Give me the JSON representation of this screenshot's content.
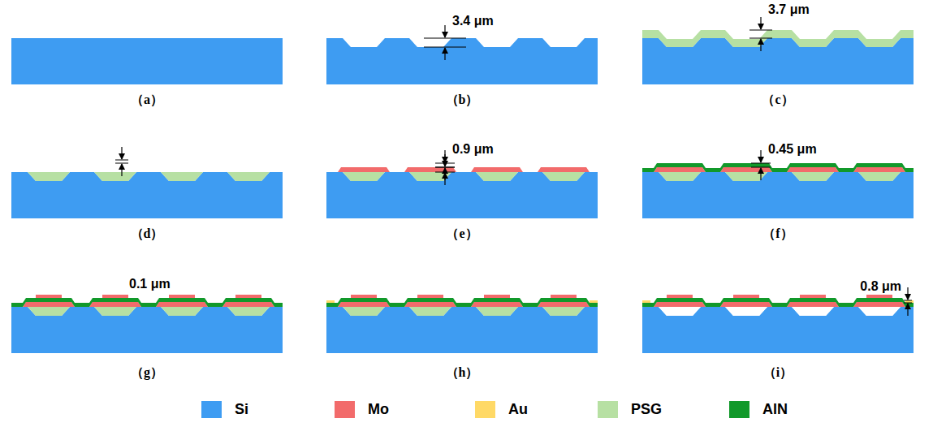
{
  "diagram": {
    "labels": [
      "3.4 μm",
      "3.7 μm",
      "（a）",
      "（b）",
      "（c）",
      "0.9 μm",
      "0.45 μm",
      "（d）",
      "（e）",
      "（f）",
      "0.1 μm",
      "0.8 μm",
      "（g）",
      "（h）",
      "（i）"
    ],
    "legend": [
      {
        "text": "Si",
        "color": "#3e9cf2"
      },
      {
        "text": "Mo",
        "color": "#f26b6b"
      },
      {
        "text": "Au",
        "color": "#ffd966"
      },
      {
        "text": "PSG",
        "color": "#b7e0a3"
      },
      {
        "text": "AlN",
        "color": "#11992a"
      }
    ]
  }
}
